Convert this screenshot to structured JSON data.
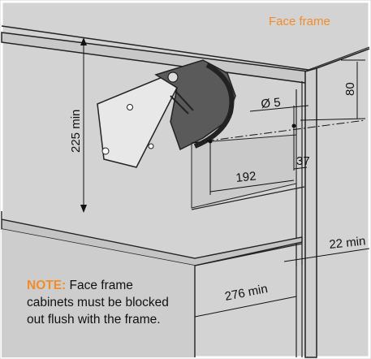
{
  "labels": {
    "face_frame": "Face frame",
    "d225": "225 min",
    "d80": "80",
    "d5": "Ø 5",
    "d192": "192",
    "d37": "37",
    "d22": "22 min",
    "d276": "276 min"
  },
  "note": {
    "label": "NOTE:",
    "text": "Face frame cabinets must be blocked out flush with the frame."
  },
  "colors": {
    "background": "#d3d3d3",
    "accent": "#f28c28",
    "line": "#111111",
    "panel": "#c4c4c4"
  }
}
